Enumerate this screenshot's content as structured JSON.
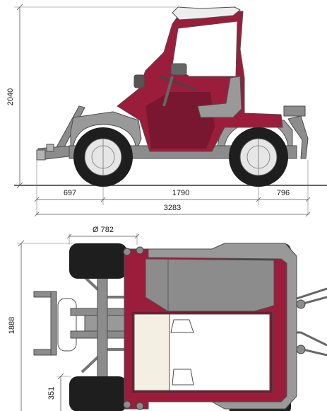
{
  "colors": {
    "body_red": "#9c1d3b",
    "body_red_dark": "#7a1730",
    "frame_gray": "#8c8c8c",
    "frame_gray_dark": "#666666",
    "frame_gray_light": "#b3b3b3",
    "tire_black": "#1e1e1e",
    "rim_light": "#e6e6e6",
    "seat_cream": "#f3efe2",
    "dim_line": "#555555"
  },
  "side_view": {
    "dims": {
      "height": "2040",
      "front_overhang": "697",
      "wheelbase": "1790",
      "rear_overhang": "796",
      "overall_length": "3283"
    }
  },
  "top_view": {
    "dims": {
      "width": "1888",
      "wheel_diameter": "Ø 782",
      "tire_width": "351"
    }
  }
}
